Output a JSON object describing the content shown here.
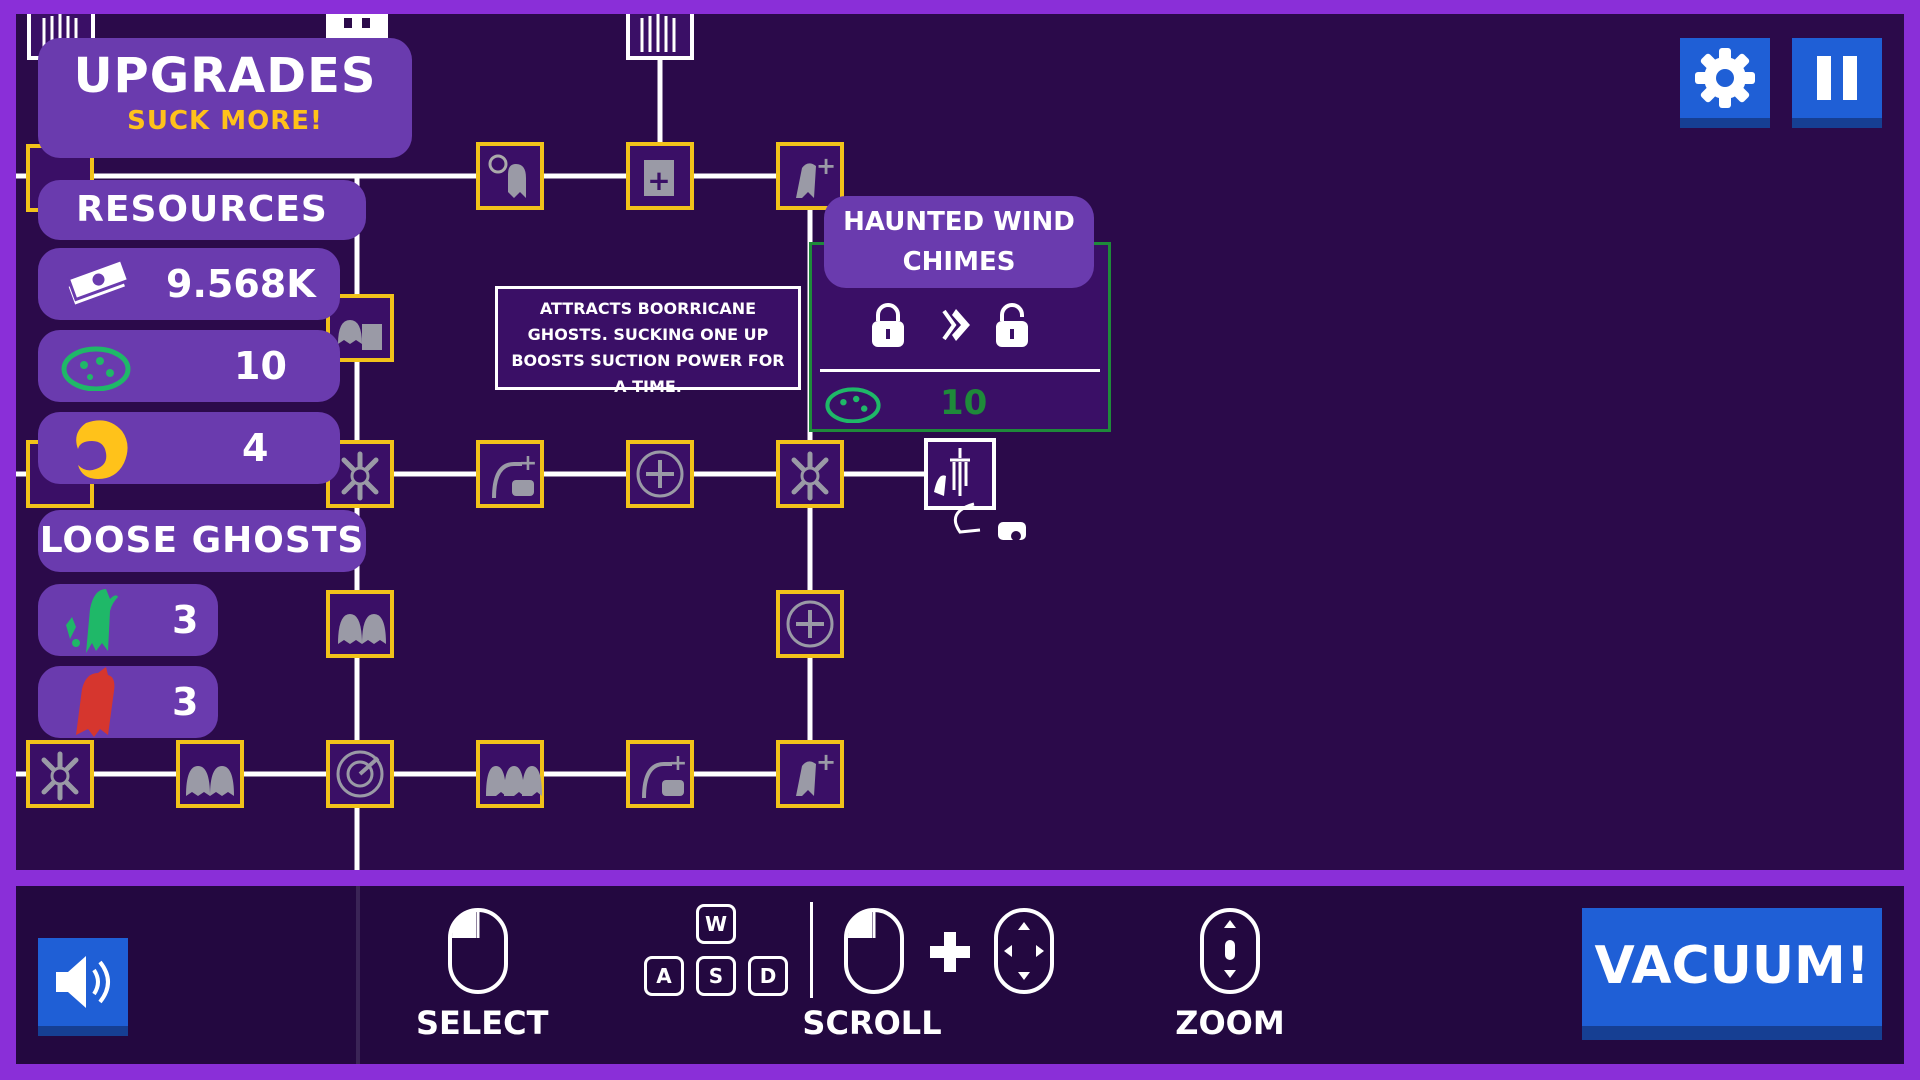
{
  "colors": {
    "frame": "#8a2fd8",
    "background": "#2b0a4a",
    "panel": "#6a3bae",
    "node_border": "#f2c21a",
    "selected_border": "#ffffff",
    "button_blue": "#1f5fd6",
    "gold_text": "#ffc21a",
    "green_ghost": "#1fb868",
    "red_ghost": "#d6362e"
  },
  "header": {
    "title": "UPGRADES",
    "subtitle": "SUCK MORE!"
  },
  "resources": {
    "heading": "RESOURCES",
    "items": [
      {
        "icon": "money-stack-icon",
        "value": "9.568K"
      },
      {
        "icon": "ecto-brain-icon",
        "value": "10"
      },
      {
        "icon": "fire-swirl-icon",
        "value": "4"
      }
    ]
  },
  "loose_ghosts": {
    "heading": "LOOSE GHOSTS",
    "items": [
      {
        "icon": "green-ghost-icon",
        "value": "3"
      },
      {
        "icon": "red-ghost-icon",
        "value": "3"
      }
    ]
  },
  "top_buttons": {
    "settings_icon": "gear-icon",
    "pause_icon": "pause-icon"
  },
  "tooltip": {
    "text": "ATTRACTS BOORRICANE GHOSTS. SUCKING ONE UP BOOSTS SUCTION POWER FOR A TIME."
  },
  "detail": {
    "title": "HAUNTED WIND CHIMES",
    "cost": "10",
    "cost_icon": "ecto-brain-icon",
    "locked_icon": "lock-icon",
    "arrow_icon": "chevron-arrow-icon",
    "unlocked_icon": "unlock-icon"
  },
  "tree_nodes": [
    {
      "id": "gate-top-left",
      "icon": "gate-icon"
    },
    {
      "id": "gate-top-mid",
      "icon": "gate-icon"
    },
    {
      "id": "node-speed-ghost",
      "icon": "speed-ghost-icon"
    },
    {
      "id": "node-card-plus",
      "icon": "card-plus-icon"
    },
    {
      "id": "node-ghost-plus",
      "icon": "ghost-plus-icon"
    },
    {
      "id": "node-ghost-card",
      "icon": "ghost-card-icon"
    },
    {
      "id": "node-splat-plus",
      "icon": "splat-plus-icon"
    },
    {
      "id": "node-vacuum-plus",
      "icon": "vacuum-plus-icon"
    },
    {
      "id": "node-move-plus",
      "icon": "move-plus-icon"
    },
    {
      "id": "node-splat-plus-2",
      "icon": "splat-plus-icon"
    },
    {
      "id": "node-wind-chimes",
      "icon": "wind-chimes-icon"
    },
    {
      "id": "node-ghosts-pair",
      "icon": "ghosts-pair-icon"
    },
    {
      "id": "node-move-plus-2",
      "icon": "move-plus-icon"
    },
    {
      "id": "node-splat-plus-3",
      "icon": "splat-plus-icon"
    },
    {
      "id": "node-ghosts-plus",
      "icon": "ghosts-plus-icon"
    },
    {
      "id": "node-radar",
      "icon": "radar-icon"
    },
    {
      "id": "node-ghost-squad",
      "icon": "ghost-squad-icon"
    },
    {
      "id": "node-vacuum-plus-2",
      "icon": "vacuum-plus-icon"
    },
    {
      "id": "node-ghost-plus-2",
      "icon": "ghost-plus-icon"
    }
  ],
  "controls": {
    "select_label": "SELECT",
    "scroll_label": "SCROLL",
    "zoom_label": "ZOOM",
    "keys": [
      "W",
      "A",
      "S",
      "D"
    ],
    "vacuum_label": "VACUUM!",
    "sound_icon": "speaker-icon"
  }
}
